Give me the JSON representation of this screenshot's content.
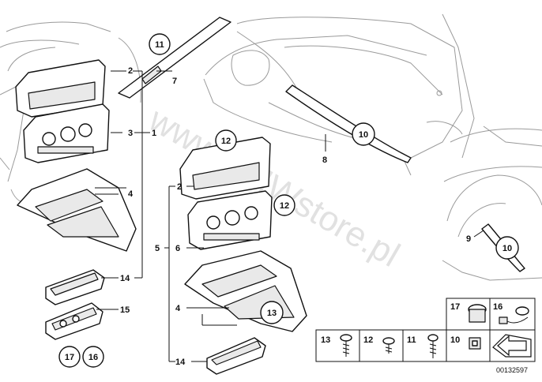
{
  "labels": {
    "l1": "1",
    "l2a": "2",
    "l2b": "2",
    "l3": "3",
    "l4a": "4",
    "l4b": "4",
    "l5": "5",
    "l6": "6",
    "l7": "7",
    "l8": "8",
    "l9": "9",
    "l14a": "14",
    "l14b": "14",
    "l15": "15"
  },
  "callouts": {
    "c11": "11",
    "c12a": "12",
    "c12b": "12",
    "c10a": "10",
    "c10b": "10",
    "c13": "13",
    "c17": "17",
    "c16": "16"
  },
  "legend": {
    "items_top": [
      "17",
      "16"
    ],
    "items_bottom": [
      "13",
      "12",
      "11",
      "10"
    ]
  },
  "watermark": "www.BMWstore.pl",
  "image_number": "00132597"
}
